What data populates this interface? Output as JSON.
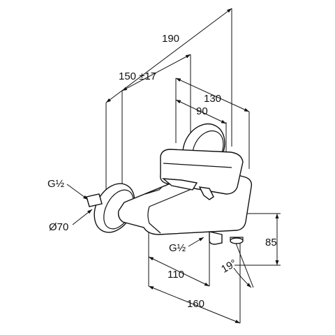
{
  "drawing": {
    "dimensions": {
      "overall_width": "190",
      "projection_range": "150 ±17",
      "lever_depth": "130",
      "lever_width": "90",
      "spout_projection": "110",
      "body_length": "160",
      "height": "85",
      "angle": "19°"
    },
    "callouts": {
      "inlet_thread": "G½",
      "outlet_thread": "G½",
      "cover_diameter": "Ø70"
    }
  }
}
